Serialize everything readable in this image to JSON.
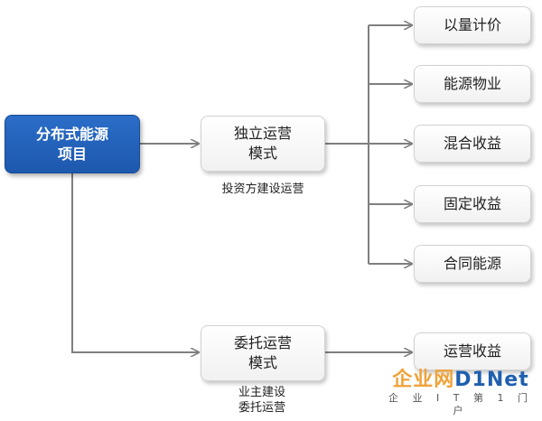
{
  "diagram": {
    "root": {
      "lines": [
        "分布式能源",
        "项目"
      ]
    },
    "modes": [
      {
        "lines": [
          "独立运营",
          "模式"
        ],
        "caption": [
          "投资方建设运营"
        ]
      },
      {
        "lines": [
          "委托运营",
          "模式"
        ],
        "caption": [
          "业主建设",
          "委托运营"
        ]
      }
    ],
    "leaves": [
      "以量计价",
      "能源物业",
      "混合收益",
      "固定收益",
      "合同能源",
      "运营收益"
    ]
  },
  "watermark": {
    "logo_a": "企业网",
    "logo_b": "D1Net",
    "sub": "企 业 I T 第 1 门 户"
  },
  "colors": {
    "root_fill": "#1d58ad",
    "edge": "#7f7f7f",
    "watermark_orange": "#f0a23a",
    "watermark_blue": "#1f5fae"
  }
}
